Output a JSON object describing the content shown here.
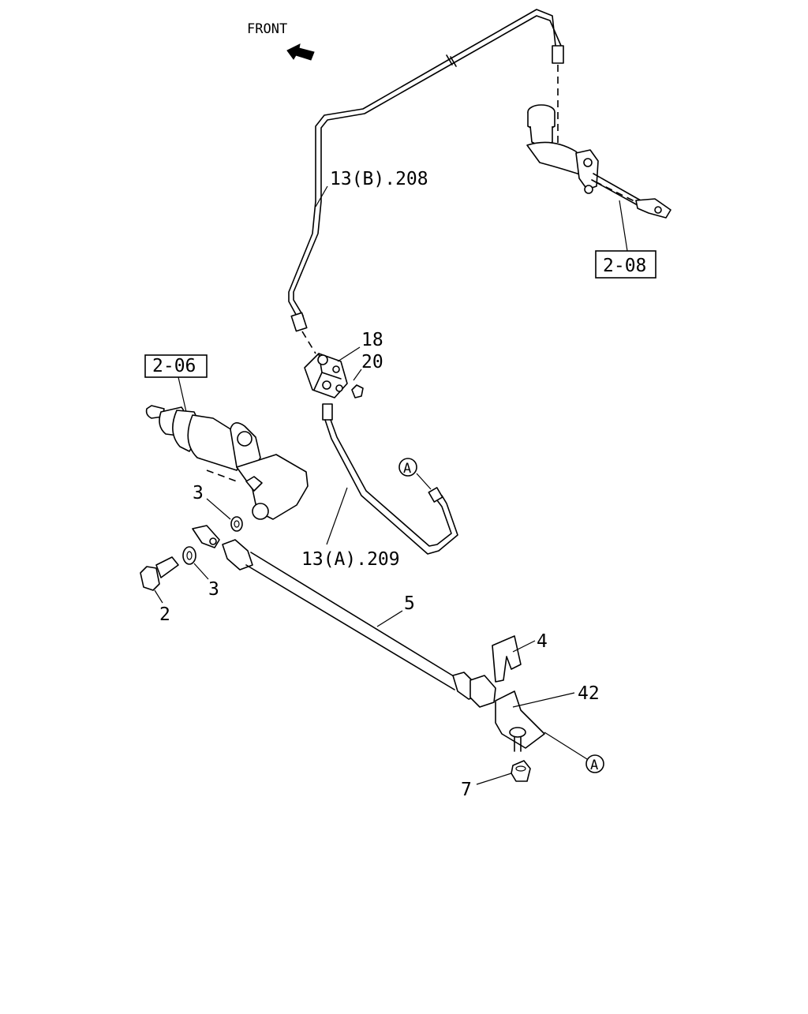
{
  "labels": {
    "front": "FRONT",
    "ref_2_08": "2-08",
    "ref_2_06": "2-06",
    "pipe_b": "13(B).208",
    "pipe_a": "13(A).209",
    "p18": "18",
    "p20": "20",
    "p3_upper": "3",
    "p3_lower": "3",
    "p2": "2",
    "p5": "5",
    "p4": "4",
    "p42": "42",
    "p7": "7",
    "mark_a_upper": "A",
    "mark_a_lower": "A"
  }
}
